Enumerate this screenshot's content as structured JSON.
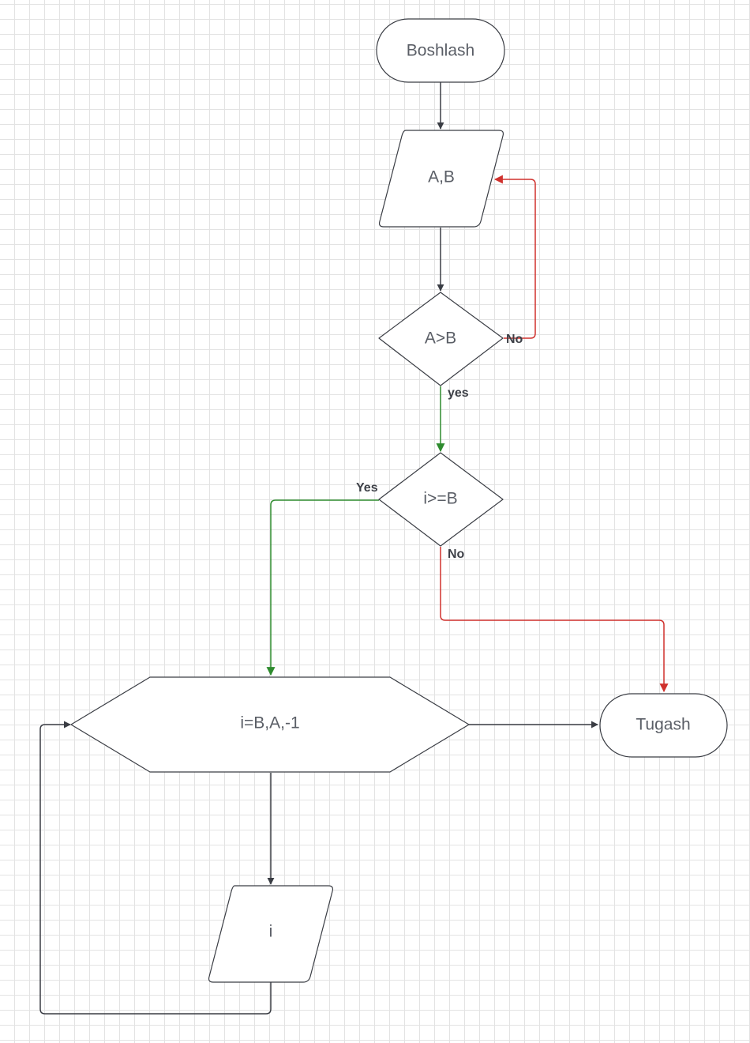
{
  "nodes": {
    "start": {
      "label": "Boshlash"
    },
    "input_ab": {
      "label": "A,B"
    },
    "cond_a_gt_b": {
      "label": "A>B"
    },
    "cond_i_ge_b": {
      "label": "i>=B"
    },
    "loop": {
      "label": "i=B,A,-1"
    },
    "output_i": {
      "label": "i"
    },
    "end": {
      "label": "Tugash"
    }
  },
  "edges": {
    "a_gt_b_no": {
      "label": "No"
    },
    "a_gt_b_yes": {
      "label": "yes"
    },
    "i_ge_b_yes": {
      "label": "Yes"
    },
    "i_ge_b_no": {
      "label": "No"
    }
  },
  "colors": {
    "neutral": "#3a3d44",
    "no_branch": "#d0312d",
    "yes_branch": "#2e8b2e"
  }
}
